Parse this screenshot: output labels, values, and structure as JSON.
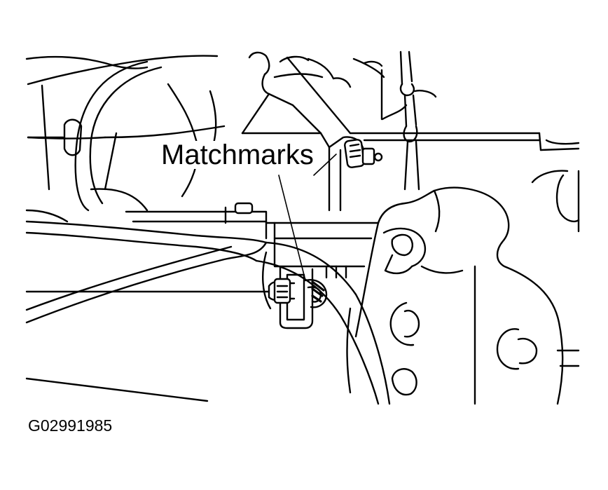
{
  "callout_label": "Matchmarks",
  "figure_id": "G02991985",
  "illustration": {
    "style": "black line drawing on white background"
  },
  "colors": {
    "background": "#ffffff",
    "ink": "#000000"
  }
}
